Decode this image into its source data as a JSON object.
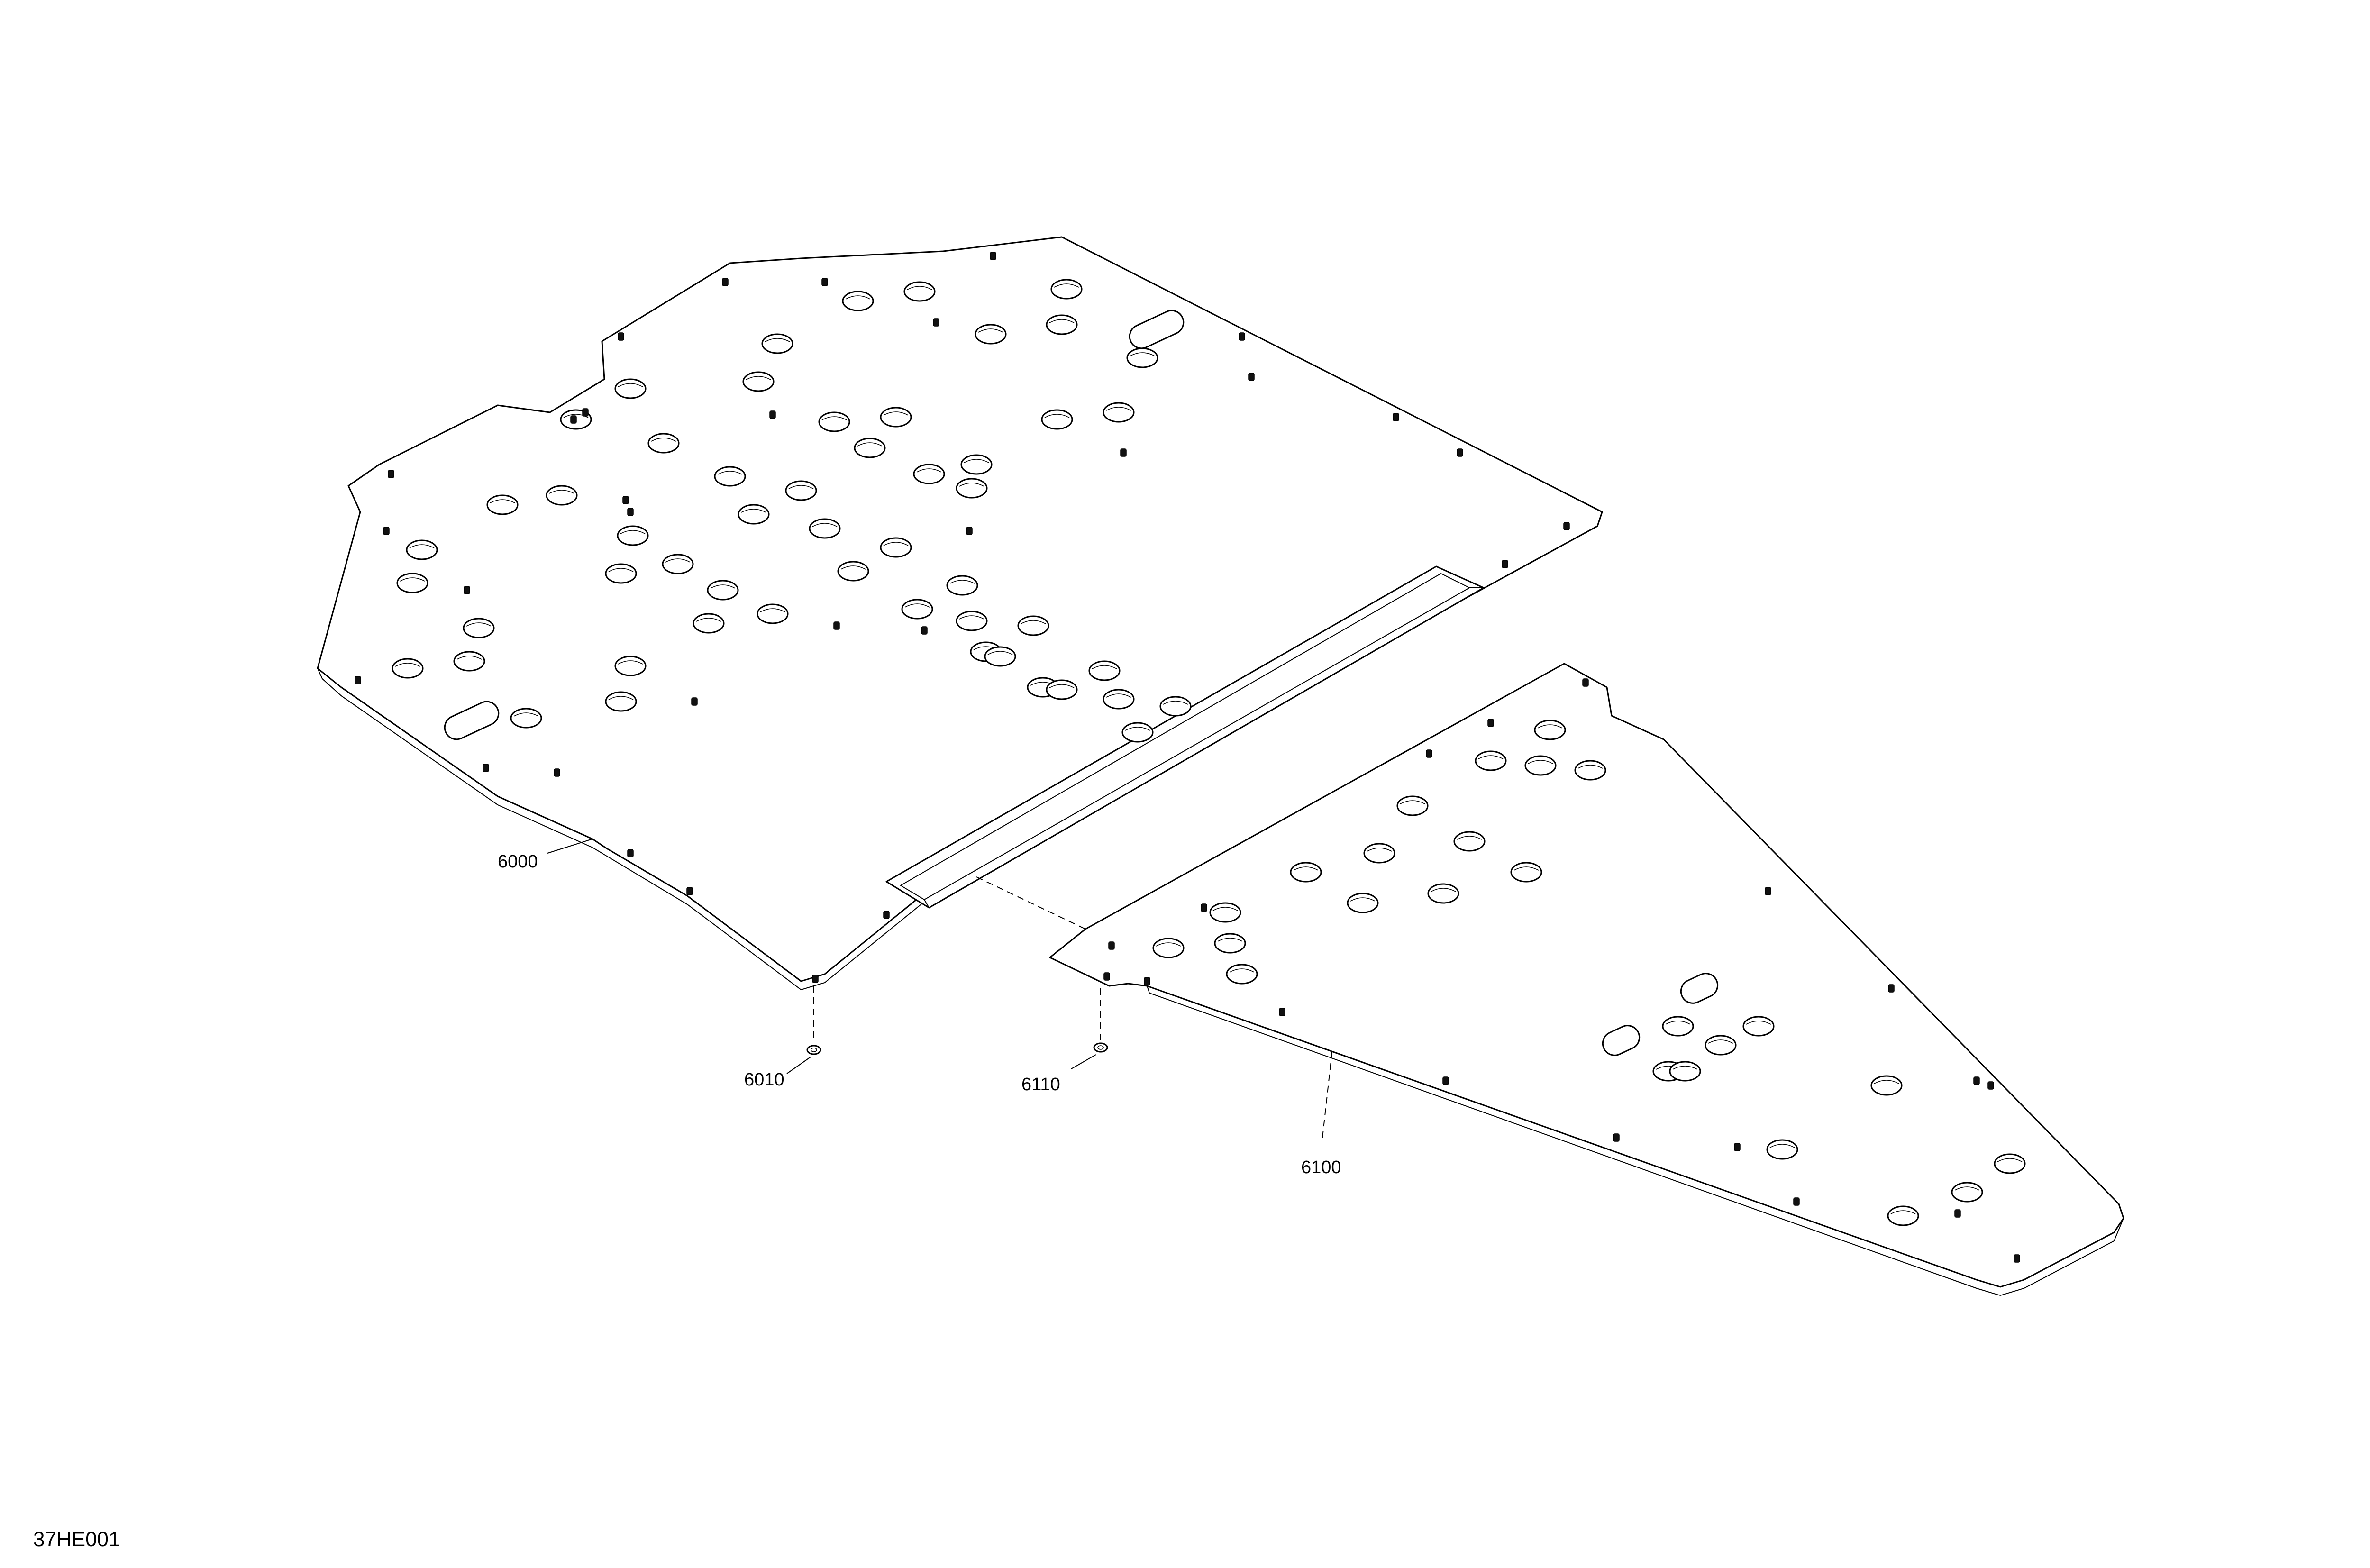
{
  "figure_id": "37HE001",
  "callouts": {
    "front_floor_panel": "6000",
    "front_floor_fastener": "6010",
    "rear_floor_panel": "6100",
    "rear_floor_fastener": "6110"
  },
  "colors": {
    "line": "#000000",
    "background": "#ffffff",
    "fastener": "#111111"
  }
}
